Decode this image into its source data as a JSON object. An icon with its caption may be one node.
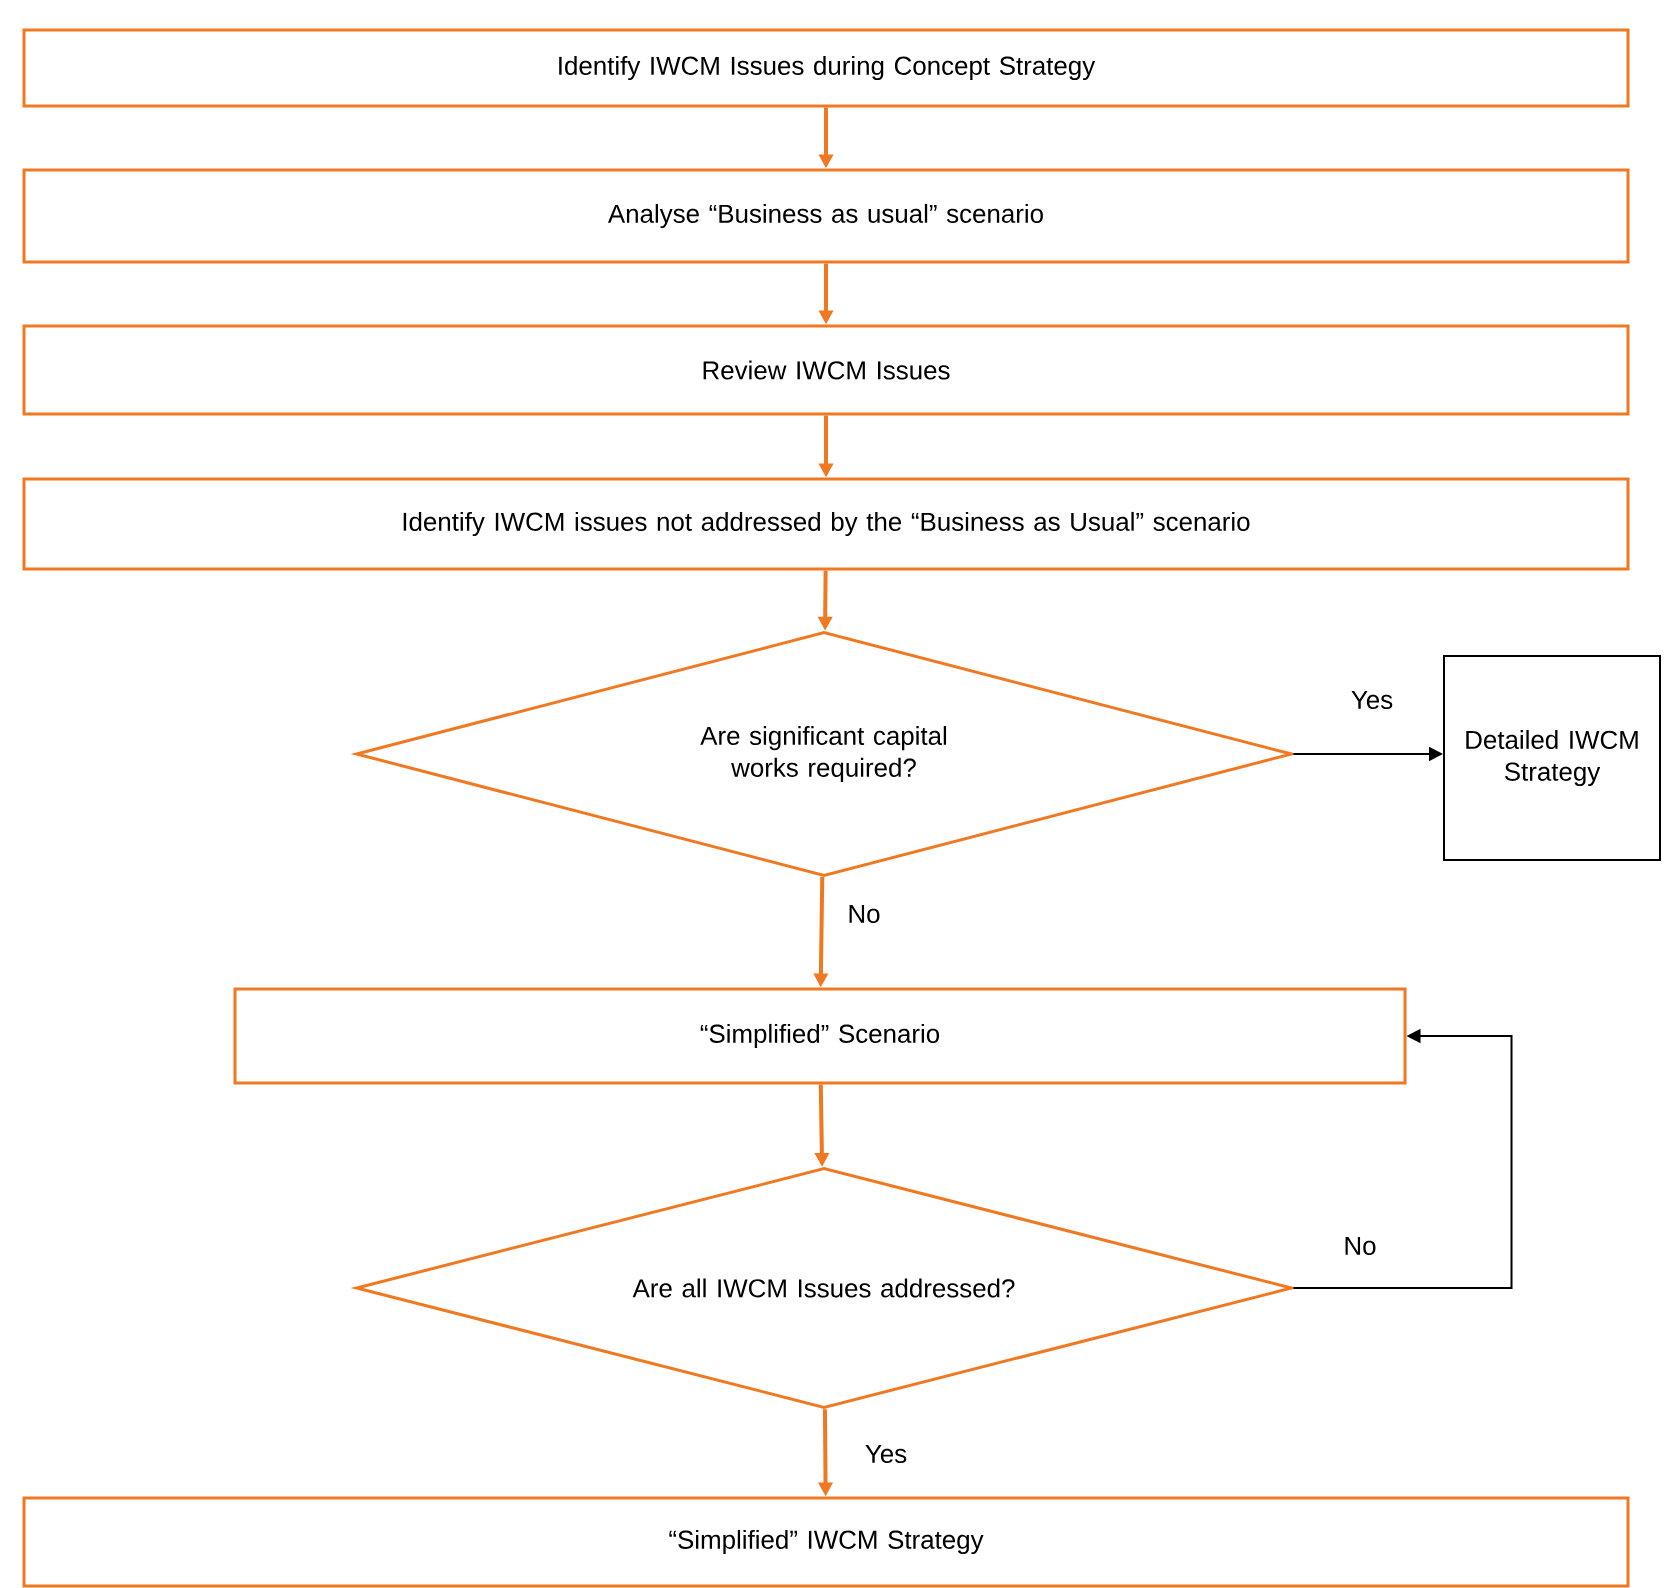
{
  "diagram": {
    "nodes": [
      {
        "text": [
          "Identify IWCM Issues during Concept Strategy"
        ]
      },
      {
        "text": [
          "Analyse “Business as usual” scenario"
        ]
      },
      {
        "text": [
          "Review IWCM Issues"
        ]
      },
      {
        "text": [
          "Identify IWCM issues not addressed by the “Business as Usual” scenario"
        ]
      },
      {
        "text": [
          "Are significant capital works required?"
        ]
      },
      {
        "text": [
          "Detailed IWCM Strategy"
        ]
      },
      {
        "text": [
          "“Simplified” Scenario"
        ]
      },
      {
        "text": [
          "Are all IWCM Issues addressed?"
        ]
      },
      {
        "text": [
          "“Simplified” IWCM Strategy"
        ]
      }
    ],
    "edges": [
      {
        "from": 0,
        "to": 1,
        "arrow": "to"
      },
      {
        "from": 1,
        "to": 2,
        "arrow": "to"
      },
      {
        "from": 2,
        "to": 3,
        "arrow": "to"
      },
      {
        "from": 3,
        "to": 4,
        "arrow": "to"
      },
      {
        "from": 4,
        "to": 5,
        "arrow": "to",
        "label": "Yes",
        "color": "#000000"
      },
      {
        "from": 4,
        "to": 6,
        "arrow": "to",
        "label": "No"
      },
      {
        "from": 6,
        "to": 7,
        "arrow": "to"
      },
      {
        "from": 7,
        "to": 6,
        "arrow": "to",
        "label": "No",
        "color": "#000000"
      },
      {
        "from": 7,
        "to": 8,
        "arrow": "to",
        "label": "Yes"
      }
    ]
  }
}
